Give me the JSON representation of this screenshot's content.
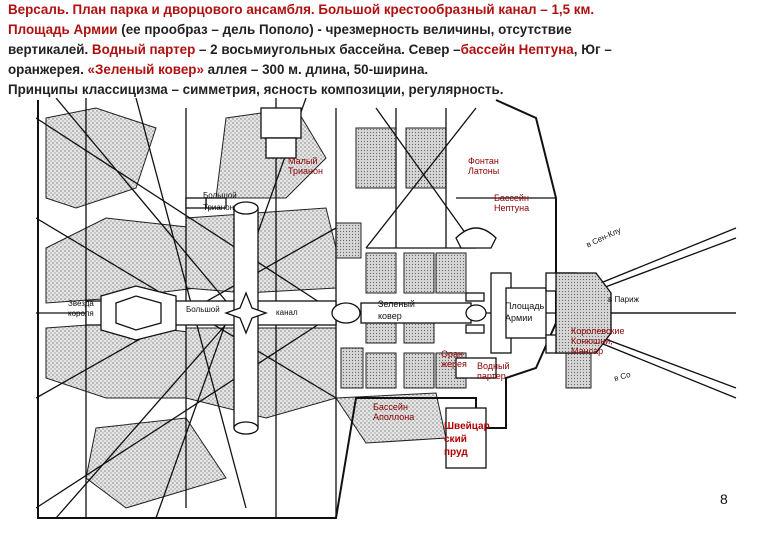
{
  "slide": {
    "line1_title": "Версаль. План парка и дворцового ансамбля. Большой крестообразный канал – 1,5 км.",
    "line2_red": "Площадь Армии",
    "line2_rest": " (ее прообраз – дель Пополо) - чрезмерность величины, отсутствие",
    "line3_a": "вертикалей. ",
    "line3_red1": "Водный партер",
    "line3_b": " – 2 восьмиугольных бассейна. Север –",
    "line3_red2": "бассейн Нептуна",
    "line3_c": ", Юг –",
    "line4_a": "оранжерея. ",
    "line4_red": "«Зеленый ковер»",
    "line4_b": " аллея – 300 м. длина, 50-ширина.",
    "line5": "Принципы классицизма – симметрия, ясность композиции, регулярность.",
    "page_number": "8"
  },
  "overlay_labels": {
    "maly_trianon": [
      "Малый",
      "Трианон"
    ],
    "fontan_latony": [
      "Фонтан",
      "Латоны"
    ],
    "bassein_neptuna": [
      "Бассейн",
      "Нептуна"
    ],
    "korolevskie": [
      "Королевские",
      "Конюшни,",
      "Мансар"
    ],
    "oranzhereya": [
      "Оран",
      "жерея"
    ],
    "vodny_parter": [
      "Водный",
      "партер"
    ],
    "bassein_apollona": [
      "Бассейн",
      "Аполлона"
    ],
    "shveitsarsky": [
      "Швейцар",
      "ский",
      "пруд"
    ]
  },
  "map_text": {
    "bolshoi_trianon": [
      "Большой",
      "Трианон"
    ],
    "zvezda": [
      "Звезда",
      "короля"
    ],
    "bolshoi_kanal": [
      "Большой",
      "канал"
    ],
    "zeleny_kover": [
      "Зеленый",
      "ковер"
    ],
    "ploshchad_armii": [
      "Площадь",
      "Армии"
    ],
    "to_saint_cloud": "в Сен-Клу",
    "to_paris": "в Париж",
    "to_sceaux": "в Со"
  }
}
